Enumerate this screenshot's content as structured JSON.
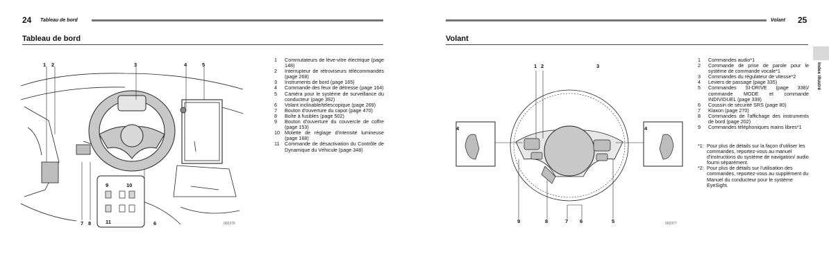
{
  "left_page": {
    "page_number": "24",
    "running_title": "Tableau de bord",
    "section_title": "Tableau de bord",
    "figure_code": "002376",
    "callouts": [
      "1",
      "2",
      "3",
      "4",
      "5",
      "7",
      "8",
      "6",
      "9",
      "10",
      "11"
    ],
    "items": [
      {
        "num": "1",
        "text": "Commutateurs de lève-vitre électrique (page 148)"
      },
      {
        "num": "2",
        "text": "Interrupteur de rétroviseurs télécommandés (page 268)"
      },
      {
        "num": "3",
        "text": "Instruments de bord (page 165)"
      },
      {
        "num": "4",
        "text": "Commande des feux de détresse (page 164)"
      },
      {
        "num": "5",
        "text": "Caméra pour le système de surveillance du conducteur (page 392)"
      },
      {
        "num": "6",
        "text": "Volant inclinable/télescopique (page 269)"
      },
      {
        "num": "7",
        "text": "Bouton d'ouverture du capot (page 470)"
      },
      {
        "num": "8",
        "text": "Boîte à fusibles (page 502)"
      },
      {
        "num": "9",
        "text": "Bouton d'ouverture du couvercle de coffre (page 153)"
      },
      {
        "num": "10",
        "text": "Molette de réglage d'intensité lumineuse (page 168)"
      },
      {
        "num": "11",
        "text": "Commande de désactivation du Contrôle de Dynamique du Véhicule (page 348)"
      }
    ]
  },
  "right_page": {
    "page_number": "25",
    "running_title": "Volant",
    "section_title": "Volant",
    "figure_code": "002377",
    "side_tab": "Index illustré",
    "callouts": [
      "1",
      "2",
      "3",
      "4",
      "4",
      "9",
      "8",
      "7",
      "6",
      "5"
    ],
    "items": [
      {
        "num": "1",
        "text": "Commandes audio*1"
      },
      {
        "num": "2",
        "text": "Commande de prise de parole pour le système de commande vocale*1"
      },
      {
        "num": "3",
        "text": "Commandes du régulateur de vitesse*2"
      },
      {
        "num": "4",
        "text": "Leviers de passage (page 335)"
      },
      {
        "num": "5",
        "text": "Commandes SI-DRIVE (page 338)/ commande MODE et commande INDIVIDUEL (page 339)"
      },
      {
        "num": "6",
        "text": "Coussin de sécurité SRS (page 80)"
      },
      {
        "num": "7",
        "text": "Klaxon (page 270)"
      },
      {
        "num": "8",
        "text": "Commandes de l'affichage des instruments de bord (page 202)"
      },
      {
        "num": "9",
        "text": "Commandes téléphoniques mains libres*1"
      }
    ],
    "notes": [
      {
        "mark": "*1:",
        "text": "Pour plus de détails sur la façon d'utiliser les commandes, reportez-vous au manuel d'instructions du système de navigation/ audio fourni séparément."
      },
      {
        "mark": "*2:",
        "text": "Pour plus de détails sur l'utilisation des commandes, reportez-vous au supplément du Manuel du conducteur pour le système EyeSight."
      }
    ]
  },
  "colors": {
    "rule": "#777777",
    "tab": "#d9d9d9",
    "wheel": "#c8c8c8"
  }
}
